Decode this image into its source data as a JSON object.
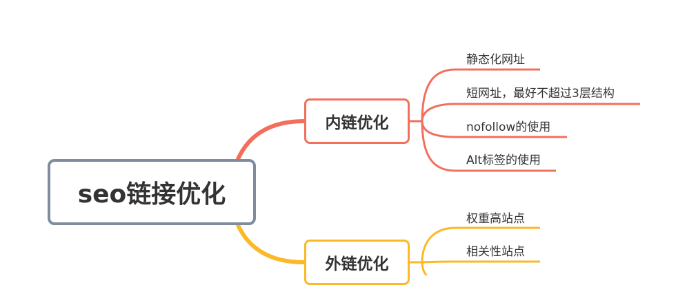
{
  "colors": {
    "root_border": "#7f8c9d",
    "internal_branch": "#f26f5c",
    "external_branch": "#fbb827",
    "text": "#333333",
    "background": "#ffffff"
  },
  "root": {
    "label": "seo链接优化"
  },
  "branches": [
    {
      "label": "内链优化",
      "color": "#f26f5c",
      "children": [
        {
          "label": "静态化网址"
        },
        {
          "label": "短网址，最好不超过3层结构"
        },
        {
          "label": "nofollow的使用"
        },
        {
          "label": "Alt标签的使用"
        }
      ]
    },
    {
      "label": "外链优化",
      "color": "#fbb827",
      "children": [
        {
          "label": "权重高站点"
        },
        {
          "label": "相关性站点"
        }
      ]
    }
  ]
}
